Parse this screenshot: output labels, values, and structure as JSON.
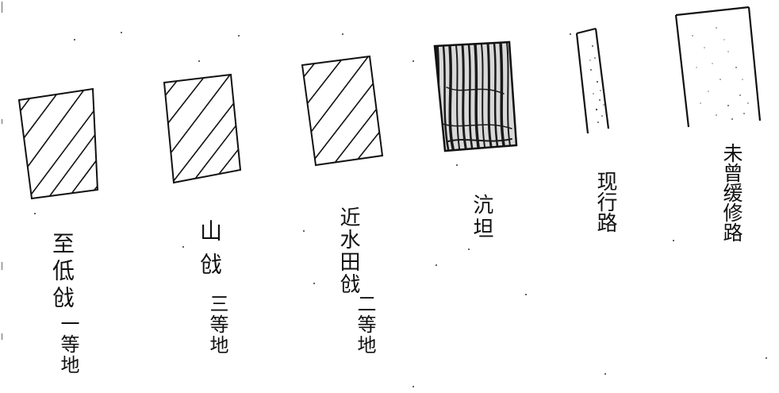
{
  "legend": {
    "items": [
      {
        "label": "至低戗",
        "grade": "一等地",
        "pattern": "diagonal-hatch"
      },
      {
        "label": "山戗",
        "grade": "三等地",
        "pattern": "diagonal-hatch"
      },
      {
        "label": "近水田戗",
        "grade": "二等地",
        "pattern": "diagonal-hatch"
      },
      {
        "label": "沆坦",
        "grade": "",
        "pattern": "dense-vertical-scribble"
      },
      {
        "label": "现行路",
        "grade": "",
        "pattern": "sparse-stipple"
      },
      {
        "label": "未曾缓修路",
        "grade": "",
        "pattern": "faint-stipple"
      }
    ]
  },
  "colors": {
    "ink": "#111111",
    "paper": "#ffffff"
  }
}
